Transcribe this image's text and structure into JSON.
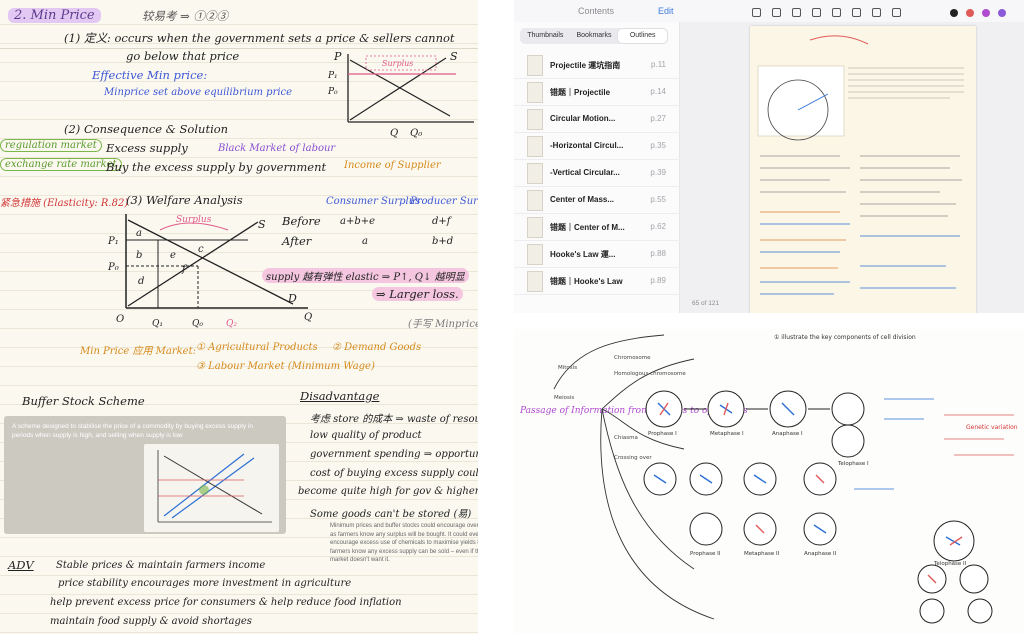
{
  "econ_notes": {
    "section_title": "2. Min Price",
    "section_tag": "较易考 ⇒ ①②③",
    "definition_line1": "(1) 定义: occurs when the government sets a price & sellers cannot",
    "definition_line2": "go below that price",
    "effective_label": "Effective Min price:",
    "effective_note": "Minprice set above equilibrium price",
    "consequence_heading": "(2) Consequence & Solution",
    "consequence_1": "Excess supply",
    "consequence_1_result": "Black Market of labour",
    "consequence_2": "Buy the excess supply by government",
    "consequence_2_result": "Income of Supplier",
    "left_tag_1": "regulation market",
    "left_tag_2": "exchange rate market",
    "left_tag_3": "紧急措施 (Elasticity: R.82)",
    "welfare_heading": "(3) Welfare Analysis",
    "cs_label": "Consumer Surplus",
    "ps_label": "Producer Surplus",
    "before_label": "Before",
    "after_label": "After",
    "before_cs": "a+b+e",
    "before_ps": "d+f",
    "after_cs": "a",
    "after_ps": "b+d",
    "supply_note": "supply 越有弹性 elastic ⇒ P↑, Q↓ 越明显",
    "loss_note": "⇒ Larger loss.",
    "side_note": "(手写 Minprice)",
    "surplus_label": "Surplus",
    "graph_labels": {
      "P": "P",
      "S": "S",
      "D": "D",
      "Q": "Q",
      "O": "O",
      "P1": "P₁",
      "P0": "P₀",
      "Q1": "Q₁",
      "Q0": "Q₀",
      "Q2": "Q₂",
      "a": "a",
      "b": "b",
      "c": "c",
      "d": "d",
      "e": "e",
      "f": "f",
      "surplus_tag": "Surplus",
      "P_upper": "P₁",
      "P_lower": "P₀"
    },
    "min_price_market": "Min Price 应用 Market:",
    "market_1": "① Agricultural Products",
    "market_2": "② Demand Goods",
    "market_3": "③ Labour Market (Minimum Wage)",
    "buffer_heading": "Buffer Stock Scheme",
    "photo_caption": "A scheme designed to stabilise the price of a commodity by buying excess supply in periods when supply is high, and selling when supply is low",
    "disadvantage_heading": "Disadvantage",
    "dis_1": "考虑 store 的成本 ⇒ waste of resources",
    "dis_2": "low quality of product",
    "dis_3": "government spending ⇒ opportunity",
    "dis_4": "cost of buying excess supply could",
    "dis_5": "become quite high for gov & higher tax",
    "dis_6": "Some goods can't be stored (易)",
    "printed_note_1": "Minimum prices and buffer stocks could encourage over-",
    "printed_note_2": "as farmers know any surplus will be bought. It could even",
    "printed_note_3": "encourage excess use of chemicals to maximise yields becau",
    "printed_note_4": "farmers know any excess supply can be sold – even if the",
    "printed_note_5": "market doesn't want it.",
    "adv_label": "ADV",
    "adv_1": "Stable prices & maintain farmers income",
    "adv_2": "price stability encourages more investment in agriculture",
    "adv_3": "help prevent excess price for consumers & help reduce food inflation",
    "adv_4": "maintain food supply & avoid shortages"
  },
  "reader": {
    "contents_title": "Contents",
    "edit_label": "Edit",
    "tabs": [
      "Thumbnails",
      "Bookmarks",
      "Outlines"
    ],
    "active_tab": "Outlines",
    "outline": [
      {
        "icon": "yellow-circle",
        "label": "Projectile 運坑指南",
        "page": "p.11"
      },
      {
        "icon": "none",
        "label": "错题｜Projectile",
        "page": "p.14"
      },
      {
        "icon": "green-circle",
        "label": "Circular Motion...",
        "page": "p.27"
      },
      {
        "icon": "dot",
        "label": "-Horizontal Circul...",
        "page": "p.35"
      },
      {
        "icon": "dot",
        "label": "-Vertical Circular...",
        "page": "p.39"
      },
      {
        "icon": "blue-diamond",
        "label": "Center of Mass...",
        "page": "p.55"
      },
      {
        "icon": "none",
        "label": "错题｜Center of M...",
        "page": "p.62"
      },
      {
        "icon": "yellow-diamond",
        "label": "Hooke's Law 運...",
        "page": "p.88"
      },
      {
        "icon": "none",
        "label": "错题｜Hooke's Law",
        "page": "p.89"
      }
    ],
    "page_indicator": "65 of 121",
    "toolbar_colors": [
      "#222222",
      "#e05a5a",
      "#b04ad0",
      "#8a5ad8"
    ]
  },
  "biology_map": {
    "title": "① illustrate the key components of cell division",
    "left_heading": "Passage of Information from parents to offsprings",
    "phase_labels": [
      "Prophase I",
      "Metaphase I",
      "Anaphase I",
      "Telophase I",
      "Prophase II",
      "Metaphase II",
      "Anaphase II",
      "Telophase II"
    ],
    "branch_labels": [
      "Meiosis",
      "Mitosis",
      "Chromosome",
      "Homologous chromosome",
      "Chiasma",
      "Crossing over"
    ],
    "right_note": "Genetic variation"
  }
}
